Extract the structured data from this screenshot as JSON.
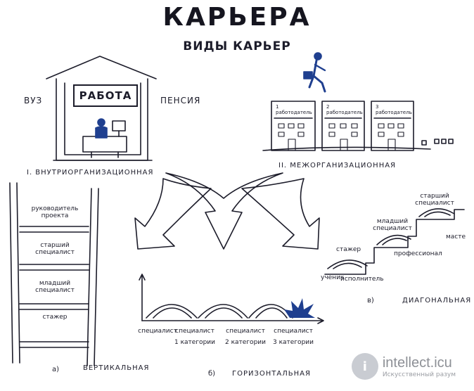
{
  "title": "КАРЬЕРА",
  "subtitle": "ВИДЫ  КАРЬЕР",
  "intra": {
    "left_label": "ВУЗ",
    "right_label": "ПЕНСИЯ",
    "board": "РАБОТА",
    "caption": "I.  ВНУТРИОРГАНИЗАЦИОННАЯ"
  },
  "inter": {
    "caption": "II.  МЕЖОРГАНИЗАЦИОННАЯ",
    "buildings": [
      {
        "num": "1",
        "label": "работодатель"
      },
      {
        "num": "2",
        "label": "работодатель"
      },
      {
        "num": "3",
        "label": "работодатель"
      }
    ]
  },
  "vertical": {
    "letter": "а)",
    "caption": "ВЕРТИКАЛЬНАЯ",
    "rungs": [
      {
        "line1": "руководитель",
        "line2": "проекта"
      },
      {
        "line1": "старший",
        "line2": "специалист"
      },
      {
        "line1": "младший",
        "line2": "специалист"
      },
      {
        "line1": "стажер",
        "line2": ""
      }
    ]
  },
  "horizontal": {
    "letter": "б)",
    "caption": "ГОРИЗОНТАЛЬНАЯ",
    "stops": [
      {
        "line1": "специалист",
        "line2": ""
      },
      {
        "line1": "специалист",
        "line2": "1 категории"
      },
      {
        "line1": "специалист",
        "line2": "2 категории"
      },
      {
        "line1": "специалист",
        "line2": "3 категории"
      }
    ]
  },
  "diagonal": {
    "letter": "в)",
    "caption": "ДИАГОНАЛЬНАЯ",
    "labels": {
      "student": "ученик",
      "intern": "стажер",
      "executor": "исполнитель",
      "junior1": "младший",
      "junior2": "специалист",
      "professional": "профессионал",
      "senior1": "старший",
      "senior2": "специалист",
      "master": "масте"
    }
  },
  "watermark": {
    "logo": "i",
    "main": "intellect.icu",
    "sub": "Искусственный разум"
  },
  "colors": {
    "ink": "#1c1c2a",
    "blue": "#1f3f8f",
    "splash": "#1f3f8f"
  }
}
